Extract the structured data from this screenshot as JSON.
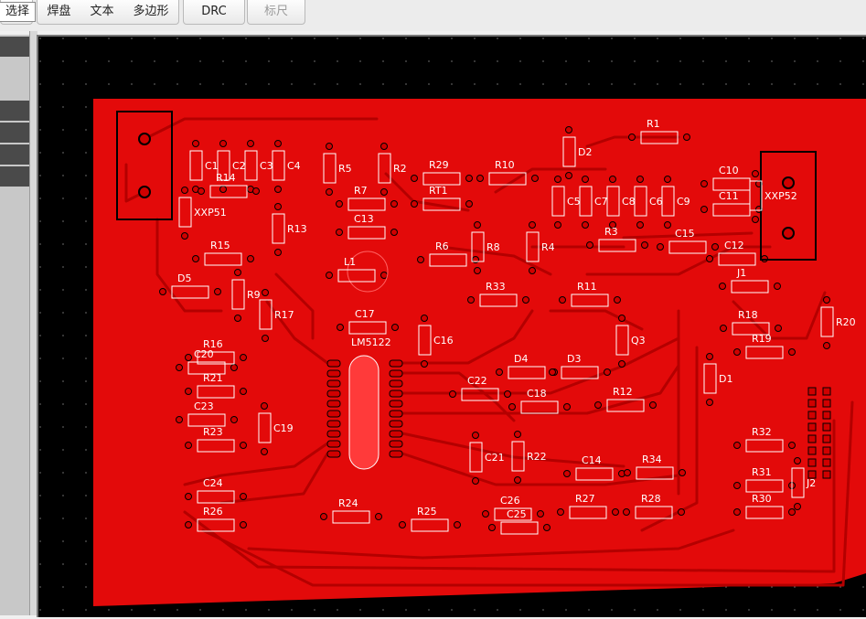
{
  "toolbar": {
    "select_label": "选择",
    "pad_label": "焊盘",
    "text_label": "文本",
    "polygon_label": "多边形",
    "drc_label": "DRC",
    "ruler_label": "标尺"
  },
  "board": {
    "ic_label": "LM5122",
    "components": [
      "C1",
      "C2",
      "C3",
      "C4",
      "R5",
      "R2",
      "D2",
      "R1",
      "C10",
      "R14",
      "XXP51",
      "R13",
      "R29",
      "R10",
      "R7",
      "RT1",
      "C13",
      "C5",
      "C7",
      "C8",
      "C6",
      "C9",
      "C11",
      "XXP52",
      "R15",
      "R8",
      "R4",
      "R6",
      "R3",
      "C15",
      "C12",
      "L1",
      "J1",
      "D5",
      "R9",
      "R17",
      "R33",
      "R11",
      "R20",
      "C16",
      "Q3",
      "R18",
      "C17",
      "R16",
      "D4",
      "D3",
      "D1",
      "R19",
      "C20",
      "R21",
      "C22",
      "C18",
      "R12",
      "C23",
      "C19",
      "C21",
      "R22",
      "R32",
      "R23",
      "C14",
      "R34",
      "R31",
      "C24",
      "J2",
      "C26",
      "R27",
      "R28",
      "R30",
      "R24",
      "R25",
      "R26",
      "C25"
    ],
    "colors": {
      "board": "#e30a0a",
      "track": "#b40000",
      "pad": "#d00000",
      "background": "#000000",
      "silk": "#ffffff"
    }
  }
}
